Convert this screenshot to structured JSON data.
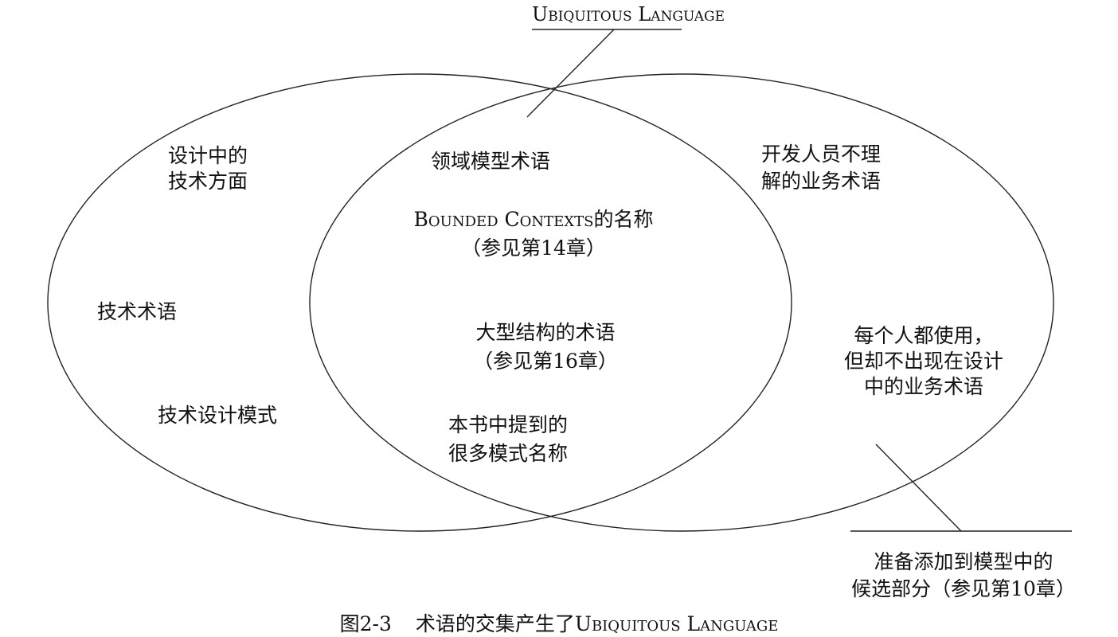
{
  "diagram": {
    "top_label": "Ubiquitous Language",
    "caption_number": "图2-3",
    "caption_text": "术语的交集产生了",
    "caption_highlight": "Ubiquitous Language",
    "left_region": {
      "design_aspects": [
        "设计中的",
        "技术方面"
      ],
      "tech_terms": "技术术语",
      "tech_design_patterns": "技术设计模式"
    },
    "overlap_region": {
      "domain_model_terms": "领域模型术语",
      "bounded_contexts_name": "Bounded Contexts",
      "bounded_contexts_suffix": "的名称",
      "bounded_contexts_ref": "（参见第14章）",
      "large_structure": [
        "大型结构的术语",
        "（参见第16章）"
      ],
      "book_patterns": [
        "本书中提到的",
        "很多模式名称"
      ]
    },
    "right_region": {
      "business_terms": [
        "开发人员不理",
        "解的业务术语"
      ],
      "everyone_uses": [
        "每个人都使用，",
        "但却不出现在设计",
        "中的业务术语"
      ]
    },
    "bottom_note": [
      "准备添加到模型中的",
      "候选部分（参见第10章）"
    ]
  }
}
